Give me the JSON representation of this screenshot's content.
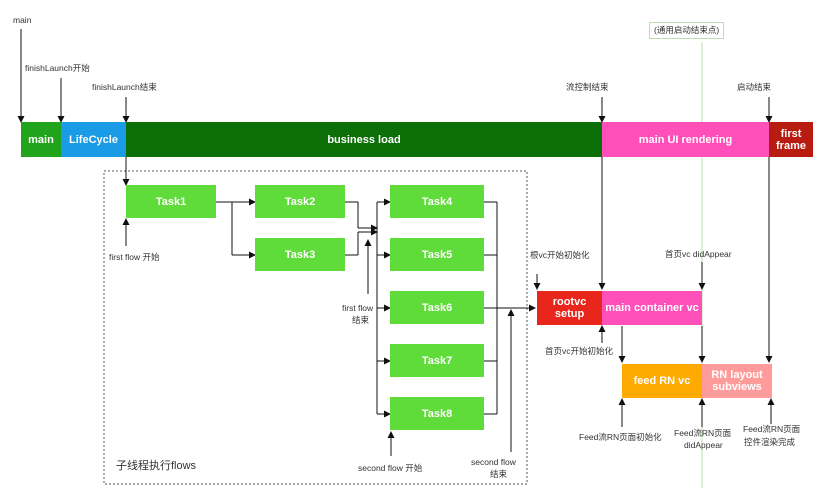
{
  "colors": {
    "main": "#21a31c",
    "lifecycle": "#1a9be6",
    "business": "#0b6e07",
    "rendering": "#ff4fb8",
    "first_frame": "#b81b0f",
    "task": "#5fdb3a",
    "rootvc": "#e8261b",
    "main_container": "#ff4fb8",
    "feed_rn": "#ffaa00",
    "rn_layout": "#ff9b9b"
  },
  "top_labels": {
    "main": "main",
    "finish_launch_start": "finishLaunch开始",
    "finish_launch_end": "finishLaunch结束",
    "flow_control_end": "流控制结束",
    "general_launch_end": "(通用启动结束点)",
    "launch_end": "启动结束"
  },
  "timeline": {
    "main": "main",
    "lifecycle": "LifeCycle",
    "business_load": "business load",
    "main_ui_rendering": "main UI rendering",
    "first_frame": "first\nframe"
  },
  "tasks": {
    "task1": "Task1",
    "task2": "Task2",
    "task3": "Task3",
    "task4": "Task4",
    "task5": "Task5",
    "task6": "Task6",
    "task7": "Task7",
    "task8": "Task8"
  },
  "subthread_title": "子线程执行flows",
  "flow_labels": {
    "first_flow_start": "first flow 开始",
    "first_flow_end_1": "first flow",
    "first_flow_end_2": "结束",
    "second_flow_start": "second flow 开始",
    "second_flow_end_1": "second flow",
    "second_flow_end_2": "结束"
  },
  "render_boxes": {
    "rootvc_setup": "rootvc setup",
    "main_container_vc": "main container vc",
    "feed_rn_vc": "feed RN vc",
    "rn_layout_1": "RN layout",
    "rn_layout_2": "subviews"
  },
  "render_labels": {
    "root_vc_init": "根vc开始初始化",
    "home_vc_did_appear": "首页vc didAppear",
    "home_vc_init": "首页vc开始初始化",
    "feed_rn_init": "Feed流RN页面初始化",
    "feed_rn_did_appear_1": "Feed流RN页面",
    "feed_rn_did_appear_2": "didAppear",
    "feed_rn_render_1": "Feed流RN页面",
    "feed_rn_render_2": "控件渲染完成"
  }
}
